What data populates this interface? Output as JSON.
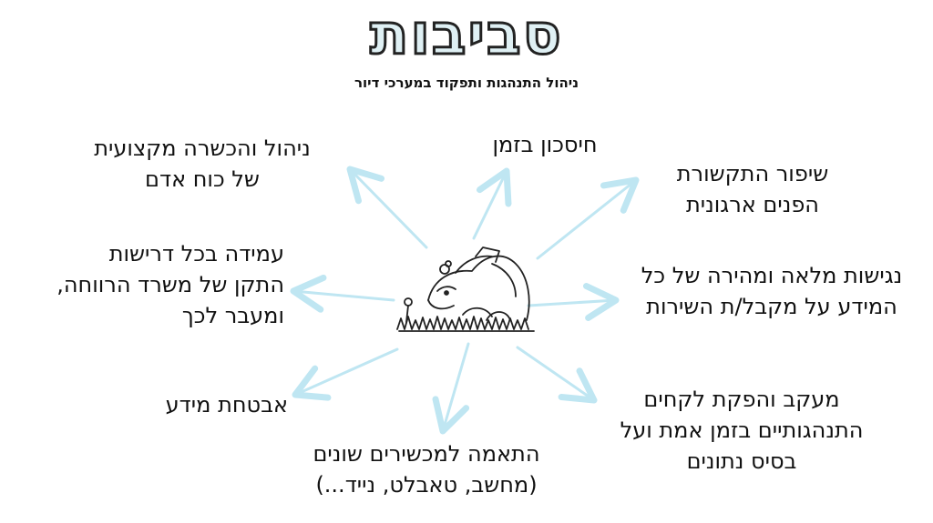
{
  "title": "סביבות",
  "subtitle": "ניהול התנהגות ותפקוד במערכי דיור",
  "colors": {
    "arrow": "#bfe6f2",
    "title_fill": "#dff0f4",
    "ink": "#111111"
  },
  "center_icon": "cartoon-creature-in-grass",
  "items": [
    {
      "lines": [
        "ניהול והכשרה מקצועית",
        "של כוח אדם"
      ]
    },
    {
      "lines": [
        "חיסכון בזמן"
      ]
    },
    {
      "lines": [
        "שיפור התקשורת",
        "הפנים ארגונית"
      ]
    },
    {
      "lines": [
        "עמידה בכל דרישות",
        "התקן של משרד הרווחה,",
        "ומעבר לכך"
      ]
    },
    {
      "lines": [
        "נגישות מלאה ומהירה של כל",
        "המידע על מקבל/ת השירות"
      ]
    },
    {
      "lines": [
        "אבטחת מידע"
      ]
    },
    {
      "lines": [
        "מעקב והפקת לקחים",
        "התנהגותיים בזמן אמת ועל",
        "בסיס נתונים"
      ]
    },
    {
      "lines": [
        "התאמה למכשירים שונים",
        "(מחשב, טאבלט, נייד...)"
      ]
    }
  ]
}
